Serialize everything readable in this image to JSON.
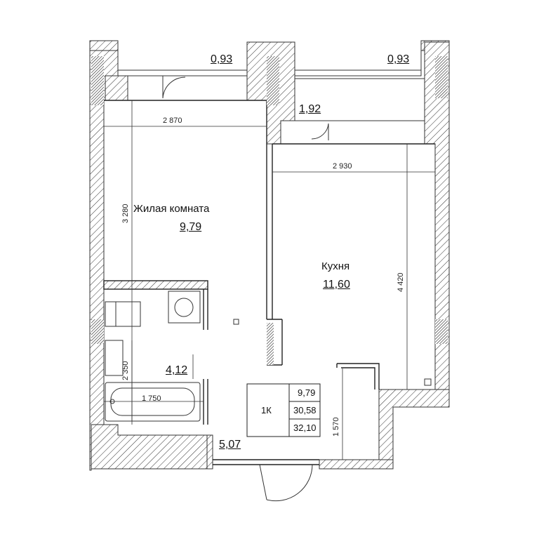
{
  "rooms": {
    "living": {
      "name": "Жилая комната",
      "area": "9,79"
    },
    "kitchen": {
      "name": "Кухня",
      "area": "11,60"
    },
    "bathroom": {
      "area": "4,12"
    },
    "hallway": {
      "area": "5,07"
    },
    "balcony_left": {
      "area": "0,93"
    },
    "balcony_right": {
      "area": "0,93"
    },
    "loggia": {
      "area": "1,92"
    }
  },
  "dimensions": {
    "living_width": "2 870",
    "living_height": "3 280",
    "kitchen_width": "2 930",
    "kitchen_height": "4 420",
    "bath_width": "1 750",
    "bath_height": "2 350",
    "hall_height": "1 570"
  },
  "summary": {
    "type": "1К",
    "living_area": "9,79",
    "total_area": "30,58",
    "total_with_balcony": "32,10"
  }
}
